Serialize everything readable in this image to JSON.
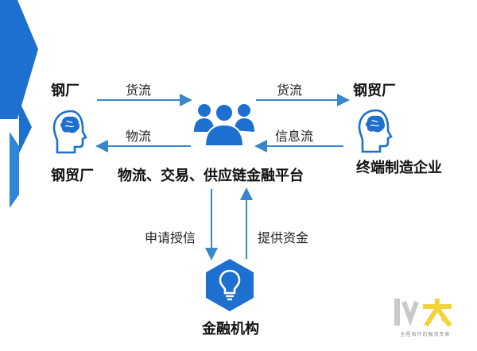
{
  "colors": {
    "accent": "#1d6fd0",
    "accent_light": "#4d9ce0",
    "arrow": "#3a86cc",
    "text": "#1a1a1a"
  },
  "nodes": {
    "steel_mill_title": "钢厂",
    "steel_mill_caption": "钢贸厂",
    "steel_trade_title": "钢贸厂",
    "steel_trade_caption": "终端制造企业",
    "platform_caption": "物流、交易、供应链金融平台",
    "finance_caption": "金融机构"
  },
  "edges": {
    "left_top": "货流",
    "left_bottom": "物流",
    "right_top": "货流",
    "right_bottom": "信息流",
    "down_left": "申请授信",
    "up_right": "提供资金"
  },
  "icons": {
    "left_head": "head-brain-icon",
    "right_head": "head-brain-icon",
    "center_group": "people-group-icon",
    "finance": "lightbulb-hexagon-icon"
  },
  "logo": {
    "mark": "以太",
    "tagline": "全程陪伴的融资专家"
  }
}
